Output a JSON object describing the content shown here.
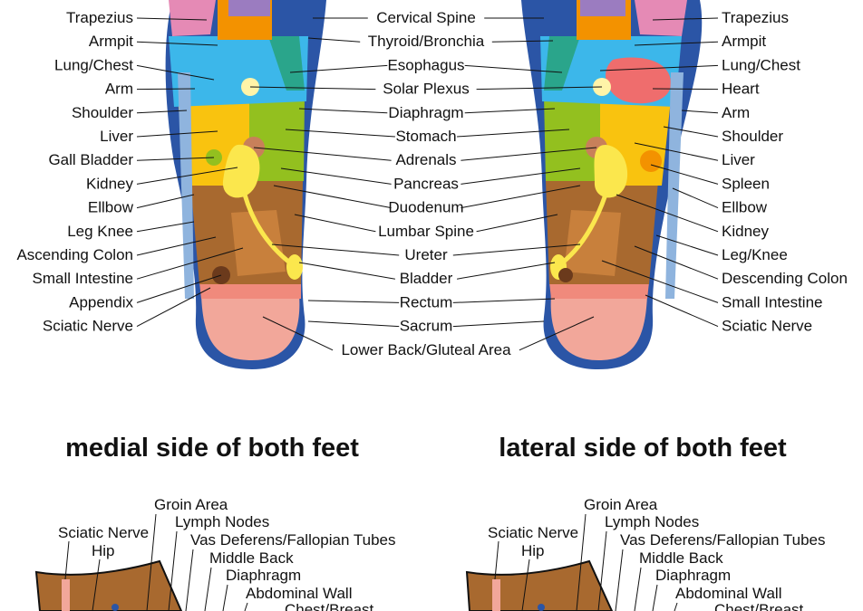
{
  "colors": {
    "outline": "#2b55a6",
    "pink_heel": "#f2a79a",
    "blue_chest": "#3cb7ea",
    "yellow_shoulder": "#f9c30f",
    "green_stomach": "#93c01f",
    "brown_intestine": "#a8692f",
    "orange_neck": "#f39200",
    "purple_head": "#9b7cc0",
    "heart_red": "#ef6d6d",
    "kidney_yellow": "#fbe74d",
    "teal": "#2aa58b",
    "light_blue_edge": "#8fb4de"
  },
  "center_labels": [
    "Cervical Spine",
    "Thyroid/Bronchia",
    "Esophagus",
    "Solar Plexus",
    "Diaphragm",
    "Stomach",
    "Adrenals",
    "Pancreas",
    "Duodenum",
    "Lumbar Spine",
    "Ureter",
    "Bladder",
    "Rectum",
    "Sacrum",
    "Lower Back/Gluteal Area"
  ],
  "left_labels": [
    "Trapezius",
    "Armpit",
    "Lung/Chest",
    "Arm",
    "Shoulder",
    "Liver",
    "Gall Bladder",
    "Kidney",
    "Ellbow",
    "Leg Knee",
    "Ascending Colon",
    "Small Intestine",
    "Appendix",
    "Sciatic Nerve"
  ],
  "right_labels": [
    "Trapezius",
    "Armpit",
    "Lung/Chest",
    "Heart",
    "Arm",
    "Shoulder",
    "Liver",
    "Spleen",
    "Ellbow",
    "Kidney",
    "Leg/Knee",
    "Descending Colon",
    "Small Intestine",
    "Sciatic Nerve"
  ],
  "medial": {
    "title": "medial side of both feet",
    "labels": [
      "Sciatic Nerve",
      "Hip",
      "Groin Area",
      "Lymph Nodes",
      "Vas Deferens/Fallopian Tubes",
      "Middle Back",
      "Diaphragm",
      "Abdominal Wall",
      "Chest/Breast"
    ]
  },
  "lateral": {
    "title": "lateral side of both feet",
    "labels": [
      "Sciatic Nerve",
      "Hip",
      "Groin Area",
      "Lymph Nodes",
      "Vas Deferens/Fallopian Tubes",
      "Middle Back",
      "Diaphragm",
      "Abdominal Wall",
      "Chest/Breast"
    ]
  }
}
